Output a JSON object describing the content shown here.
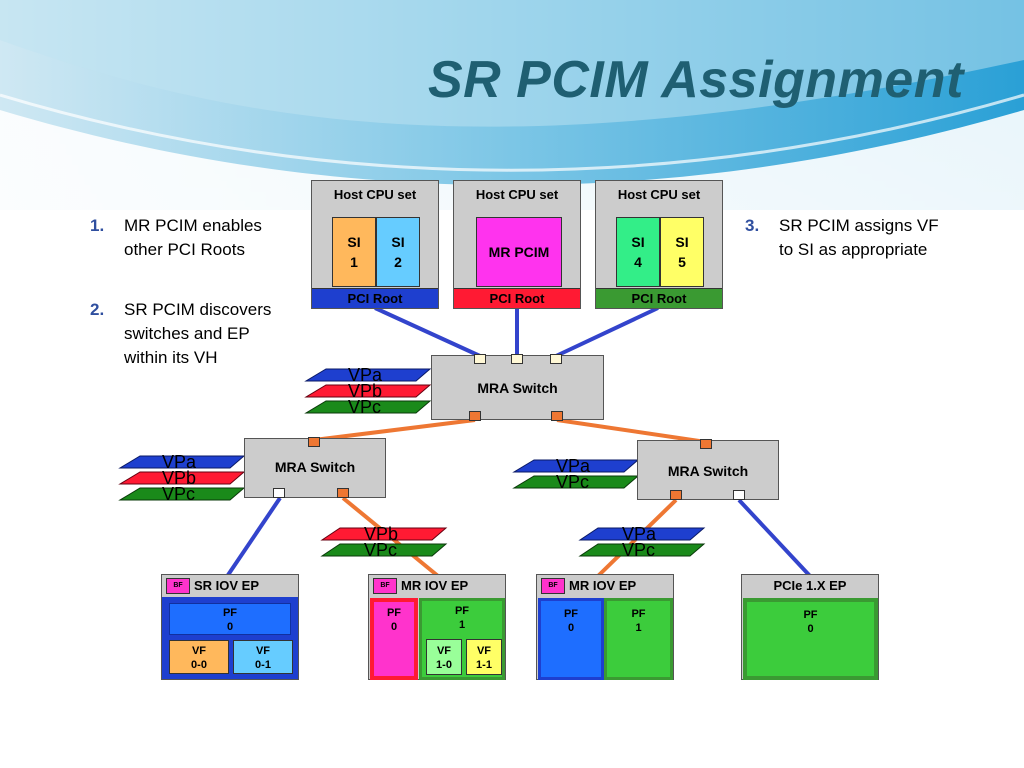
{
  "title": "SR PCIM Assignment",
  "steps": [
    {
      "num": "1.",
      "text": "MR PCIM enables other PCI Roots"
    },
    {
      "num": "2.",
      "text": "SR PCIM discovers switches and EP within its VH"
    },
    {
      "num": "3.",
      "text": "SR PCIM assigns VF to SI as appropriate"
    }
  ],
  "hosts": [
    {
      "label": "Host CPU set",
      "root": "PCI Root",
      "root_color": "#1e3fcf",
      "si": [
        "SI\n1",
        "SI\n2"
      ]
    },
    {
      "label": "Host CPU set",
      "root": "PCI Root",
      "root_color": "#ff1a33",
      "pcim": "MR PCIM"
    },
    {
      "label": "Host CPU set",
      "root": "PCI Root",
      "root_color": "#3a9a32",
      "si": [
        "SI\n4",
        "SI\n5"
      ]
    }
  ],
  "switches": {
    "top": "MRA Switch",
    "left": "MRA Switch",
    "right": "MRA Switch"
  },
  "vp": {
    "a": "VPa",
    "b": "VPb",
    "c": "VPc"
  },
  "endpoints": [
    {
      "bf": "BF",
      "title": "SR IOV EP",
      "pf": "PF\n0",
      "vf0": "VF\n0-0",
      "vf1": "VF\n0-1"
    },
    {
      "bf": "BF",
      "title": "MR IOV EP",
      "pf0": "PF\n0",
      "pf1": "PF\n1",
      "vf0": "VF\n1-0",
      "vf1": "VF\n1-1"
    },
    {
      "bf": "BF",
      "title": "MR IOV EP",
      "pf0": "PF\n0",
      "pf1": "PF\n1"
    },
    {
      "title": "PCIe 1.X EP",
      "pf": "PF\n0"
    }
  ],
  "colors": {
    "title": "#1f5f72",
    "blue_link": "#3344cc",
    "orange_link": "#ee7733",
    "vpa": "#1e3fcf",
    "vpb": "#ff1a33",
    "vpc": "#1a8a1a"
  }
}
